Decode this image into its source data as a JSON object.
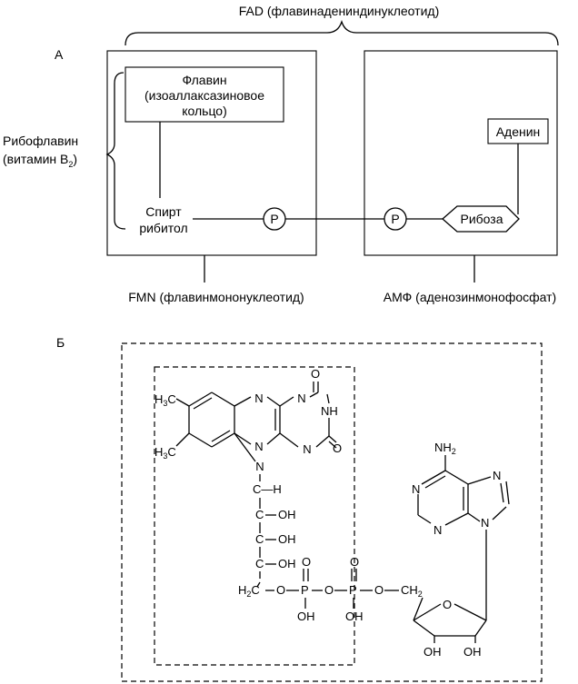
{
  "section_a": {
    "letter": "А",
    "fad_label": "FAD (флавинадениндинуклеотид)",
    "riboflavin_label": [
      "Рибофлавин",
      "(витамин B",
      "2",
      ")"
    ],
    "flavin_box": [
      "Флавин",
      "(изоаллаксазиновое",
      "кольцо)"
    ],
    "ribitol": [
      "Спирт",
      "рибитол"
    ],
    "phosphate": "P",
    "adenine": "Аденин",
    "ribose": "Рибоза",
    "fmn_label": "FMN (флавинмононуклеотид)",
    "amp_label": "АМФ (аденозинмонофосфат)"
  },
  "section_b": {
    "letter": "Б",
    "atoms": {
      "n": "N",
      "nh": "NH",
      "o": "O",
      "ch3": [
        "H",
        "3",
        "C"
      ],
      "nh2": [
        "NH",
        "2"
      ],
      "ch_h": "C—H",
      "c": "C",
      "oh": "OH",
      "h2c": [
        "H",
        "2",
        "C"
      ],
      "p": "P",
      "ch2": [
        "CH",
        "2"
      ]
    }
  }
}
